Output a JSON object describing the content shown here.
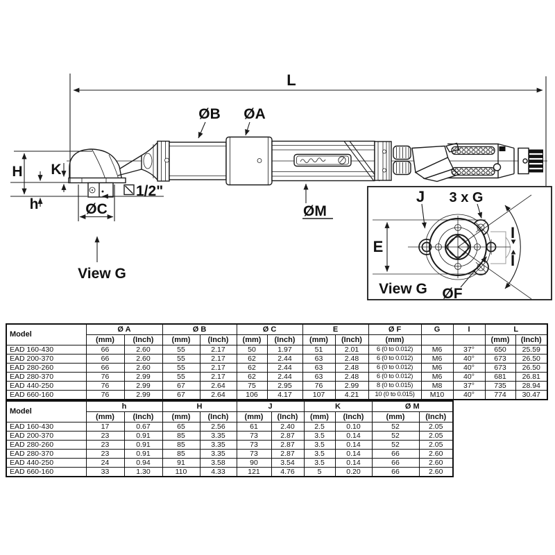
{
  "diagram": {
    "labels": {
      "overall_length": "L",
      "dia_b": "ØB",
      "dia_a": "ØA",
      "height_h_upper": "H",
      "k": "K",
      "h_lower": "h",
      "dia_c": "ØC",
      "square_drive": "1/2\"",
      "dia_m": "ØM",
      "view_g": "View G"
    },
    "inset": {
      "j": "J",
      "three_x_g": "3 x G",
      "e": "E",
      "i_upper": "I",
      "i_lower": "I",
      "dia_f": "ØF",
      "view_g": "View G"
    }
  },
  "tables": [
    {
      "columns": [
        {
          "label": "Model",
          "subs": []
        },
        {
          "label": "Ø A",
          "subs": [
            "(mm)",
            "(Inch)"
          ]
        },
        {
          "label": "Ø B",
          "subs": [
            "(mm)",
            "(Inch)"
          ]
        },
        {
          "label": "Ø C",
          "subs": [
            "(mm)",
            "(Inch)"
          ]
        },
        {
          "label": "E",
          "subs": [
            "(mm)",
            "(Inch)"
          ]
        },
        {
          "label": "Ø F",
          "subs": [
            "(mm)"
          ]
        },
        {
          "label": "G",
          "subs": [
            ""
          ]
        },
        {
          "label": "I",
          "subs": [
            ""
          ]
        },
        {
          "label": "L",
          "subs": [
            "(mm)",
            "(Inch)"
          ]
        }
      ],
      "rows": [
        [
          "EAD 160-430",
          "66",
          "2.60",
          "55",
          "2.17",
          "50",
          "1.97",
          "51",
          "2.01",
          "6 (0 to 0.012)",
          "M6",
          "37°",
          "650",
          "25.59"
        ],
        [
          "EAD 200-370",
          "66",
          "2.60",
          "55",
          "2.17",
          "62",
          "2.44",
          "63",
          "2.48",
          "6 (0 to 0.012)",
          "M6",
          "40°",
          "673",
          "26.50"
        ],
        [
          "EAD 280-260",
          "66",
          "2.60",
          "55",
          "2.17",
          "62",
          "2.44",
          "63",
          "2.48",
          "6 (0 to 0.012)",
          "M6",
          "40°",
          "673",
          "26.50"
        ],
        [
          "EAD 280-370",
          "76",
          "2.99",
          "55",
          "2.17",
          "62",
          "2.44",
          "63",
          "2.48",
          "6 (0 to 0.012)",
          "M6",
          "40°",
          "681",
          "26.81"
        ],
        [
          "EAD 440-250",
          "76",
          "2.99",
          "67",
          "2.64",
          "75",
          "2.95",
          "76",
          "2.99",
          "8 (0 to 0.015)",
          "M8",
          "37°",
          "735",
          "28.94"
        ],
        [
          "EAD 660-160",
          "76",
          "2.99",
          "67",
          "2.64",
          "106",
          "4.17",
          "107",
          "4.21",
          "10 (0 to 0.015)",
          "M10",
          "40°",
          "774",
          "30.47"
        ]
      ]
    },
    {
      "columns": [
        {
          "label": "Model",
          "subs": []
        },
        {
          "label": "h",
          "subs": [
            "(mm)",
            "(Inch)"
          ]
        },
        {
          "label": "H",
          "subs": [
            "(mm)",
            "(Inch)"
          ]
        },
        {
          "label": "J",
          "subs": [
            "(mm)",
            "(Inch)"
          ]
        },
        {
          "label": "K",
          "subs": [
            "(mm)",
            "(Inch)"
          ]
        },
        {
          "label": "Ø M",
          "subs": [
            "(mm)",
            "(Inch)"
          ]
        }
      ],
      "rows": [
        [
          "EAD 160-430",
          "17",
          "0.67",
          "65",
          "2.56",
          "61",
          "2.40",
          "2.5",
          "0.10",
          "52",
          "2.05"
        ],
        [
          "EAD 200-370",
          "23",
          "0.91",
          "85",
          "3.35",
          "73",
          "2.87",
          "3.5",
          "0.14",
          "52",
          "2.05"
        ],
        [
          "EAD 280-260",
          "23",
          "0.91",
          "85",
          "3.35",
          "73",
          "2.87",
          "3.5",
          "0.14",
          "52",
          "2.05"
        ],
        [
          "EAD 280-370",
          "23",
          "0.91",
          "85",
          "3.35",
          "73",
          "2.87",
          "3.5",
          "0.14",
          "66",
          "2.60"
        ],
        [
          "EAD 440-250",
          "24",
          "0.94",
          "91",
          "3.58",
          "90",
          "3.54",
          "3.5",
          "0.14",
          "66",
          "2.60"
        ],
        [
          "EAD 660-160",
          "33",
          "1.30",
          "110",
          "4.33",
          "121",
          "4.76",
          "5",
          "0.20",
          "66",
          "2.60"
        ]
      ]
    }
  ]
}
